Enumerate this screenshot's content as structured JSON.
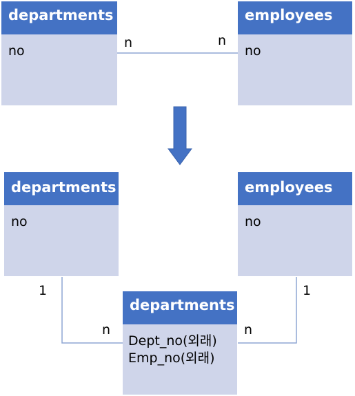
{
  "top": {
    "left_entity": {
      "title": "departments",
      "fields": [
        "no"
      ]
    },
    "right_entity": {
      "title": "employees",
      "fields": [
        "no"
      ]
    },
    "relation": {
      "left_cardinality": "n",
      "right_cardinality": "n"
    }
  },
  "bottom": {
    "left_entity": {
      "title": "departments",
      "fields": [
        "no"
      ]
    },
    "right_entity": {
      "title": "employees",
      "fields": [
        "no"
      ]
    },
    "junction_entity": {
      "title": "departments",
      "fields": [
        "Dept_no(외래)",
        "Emp_no(외래)"
      ]
    },
    "left_relation": {
      "parent_cardinality": "1",
      "child_cardinality": "n"
    },
    "right_relation": {
      "parent_cardinality": "1",
      "child_cardinality": "n"
    }
  },
  "colors": {
    "header": "#4472c4",
    "body": "#cfd5ea",
    "arrow": "#4472c4",
    "connector": "#8ea6d4"
  }
}
